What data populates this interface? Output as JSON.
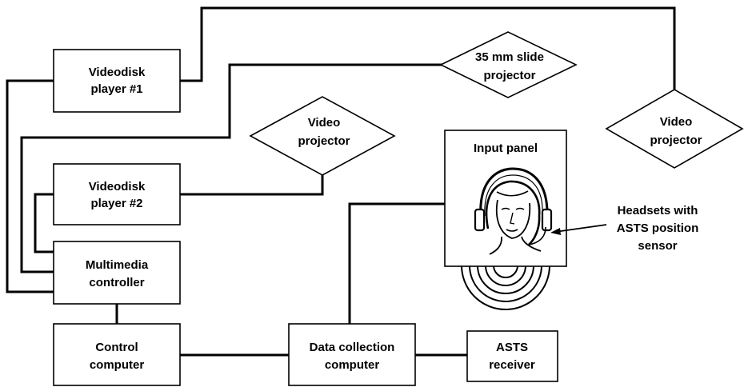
{
  "nodes": {
    "videodisk_player_1": [
      "Videodisk",
      "player #1"
    ],
    "videodisk_player_2": [
      "Videodisk",
      "player #2"
    ],
    "multimedia_controller": [
      "Multimedia",
      "controller"
    ],
    "control_computer": [
      "Control",
      "computer"
    ],
    "data_collection_computer": [
      "Data collection",
      "computer"
    ],
    "asts_receiver": [
      "ASTS",
      "receiver"
    ],
    "slide_projector": [
      "35 mm slide",
      "projector"
    ],
    "video_projector_left": [
      "Video",
      "projector"
    ],
    "video_projector_right": [
      "Video",
      "projector"
    ],
    "input_panel": "Input panel",
    "headsets_annotation": [
      "Headsets with",
      "ASTS position",
      "sensor"
    ]
  }
}
